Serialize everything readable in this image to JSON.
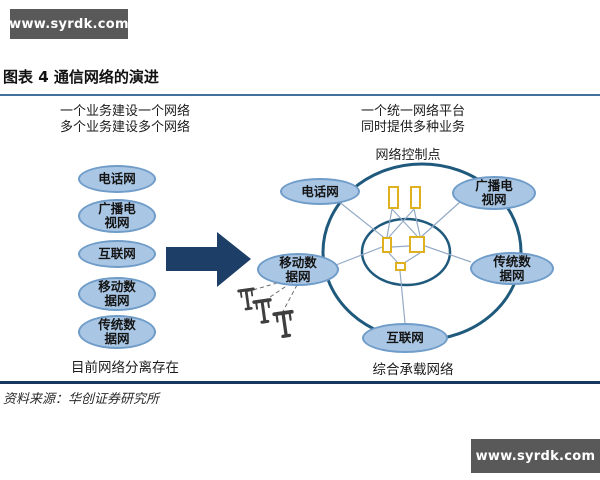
{
  "banners": {
    "top": "www.syrdk.com",
    "bottom": "www.syrdk.com"
  },
  "figure": {
    "title": "图表 4  通信网络的演进"
  },
  "left_panel": {
    "intro": [
      "一个业务建设一个网络",
      "多个业务建设多个网络"
    ],
    "nodes": [
      {
        "label": "电话网",
        "lines": [
          "电话网"
        ]
      },
      {
        "label": "广播电视网",
        "lines": [
          "广播电",
          "视网"
        ]
      },
      {
        "label": "互联网",
        "lines": [
          "互联网"
        ]
      },
      {
        "label": "移动数据网",
        "lines": [
          "移动数",
          "据网"
        ]
      },
      {
        "label": "传统数据网",
        "lines": [
          "传统数",
          "据网"
        ]
      }
    ],
    "caption": "目前网络分离存在"
  },
  "right_panel": {
    "intro": [
      "一个统一网络平台",
      "同时提供多种业务"
    ],
    "control_point_label": "网络控制点",
    "nodes": [
      {
        "label": "电话网",
        "lines": [
          "电话网"
        ]
      },
      {
        "label": "广播电视网",
        "lines": [
          "广播电",
          "视网"
        ]
      },
      {
        "label": "移动数据网",
        "lines": [
          "移动数",
          "据网"
        ]
      },
      {
        "label": "传统数据网",
        "lines": [
          "传统数",
          "据网"
        ]
      },
      {
        "label": "互联网",
        "lines": [
          "互联网"
        ]
      }
    ],
    "caption": "综合承载网络"
  },
  "source": "资料来源：华创证券研究所",
  "icons": {
    "arrow": "transition-arrow-icon",
    "cell_tower": "cell-tower-icon",
    "control_point": "control-point-rect"
  },
  "colors": {
    "banner_bg": "#595959",
    "banner_text": "#ffffff",
    "node_fill": "#a9c6e4",
    "node_border": "#6f9cc8",
    "arrow_fill": "#1d3e66",
    "ring_stroke": "#1f5a7d",
    "link_stroke": "#94aac5",
    "control_stroke": "#dfb11f",
    "rule_top": "#41719c",
    "rule_bottom": "#17375e",
    "text": "#1a1a1a"
  }
}
